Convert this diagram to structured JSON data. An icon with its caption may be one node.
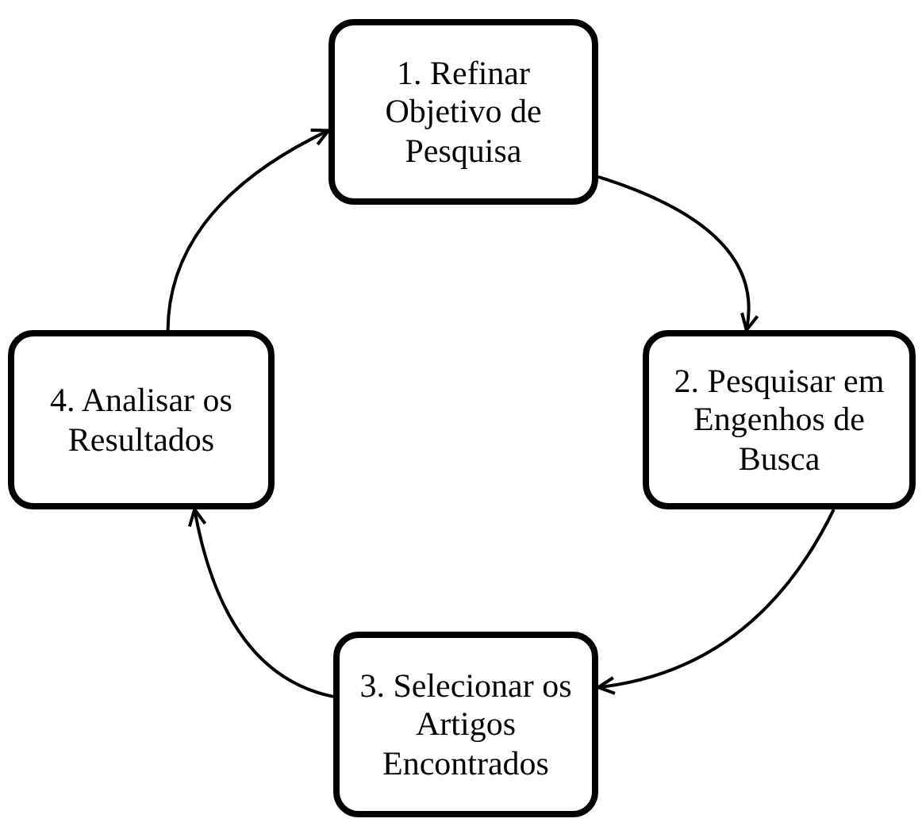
{
  "diagram": {
    "nodes": [
      {
        "text": [
          "1. Refinar Objetivo de Pesquisa"
        ]
      },
      {
        "text": [
          "2. Pesquisar em Engenhos de Busca"
        ]
      },
      {
        "text": [
          "3. Selecionar os Artigos Encontrados"
        ]
      },
      {
        "text": [
          "4. Analisar os Resultados"
        ]
      }
    ],
    "edges": [
      {
        "from": 0,
        "to": 1,
        "arrow": "to"
      },
      {
        "from": 1,
        "to": 2,
        "arrow": "to"
      },
      {
        "from": 2,
        "to": 3,
        "arrow": "to"
      },
      {
        "from": 3,
        "to": 0,
        "arrow": "to"
      }
    ]
  }
}
